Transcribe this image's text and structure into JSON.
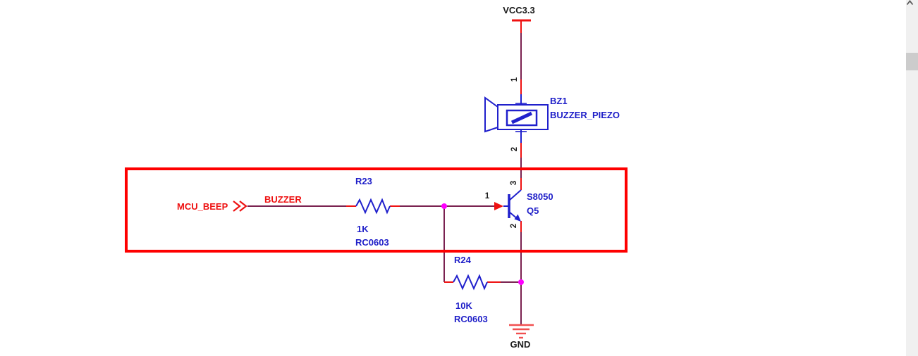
{
  "schematic": {
    "power_label": "VCC3.3",
    "ground_label": "GND",
    "port_name": "MCU_BEEP",
    "net_label": "BUZZER",
    "buzzer": {
      "designator": "BZ1",
      "part": "BUZZER_PIEZO",
      "pin_top": "1",
      "pin_bottom": "2"
    },
    "transistor": {
      "part": "S8050",
      "designator": "Q5",
      "pin_base": "1",
      "pin_collector": "3",
      "pin_emitter": "2"
    },
    "resistor_r23": {
      "designator": "R23",
      "value": "1K",
      "footprint": "RC0603"
    },
    "resistor_r24": {
      "designator": "R24",
      "value": "10K",
      "footprint": "RC0603"
    }
  },
  "colors": {
    "wire": "#7a2150",
    "pin": "#ef1111",
    "symbol": "#2020cc",
    "junction": "#ff00ff",
    "highlight": "#fe0000",
    "ground_symbol": "#f15050",
    "power_symbol": "#ef1111"
  },
  "scrollbar": {
    "up_icon": "chevron-up"
  }
}
